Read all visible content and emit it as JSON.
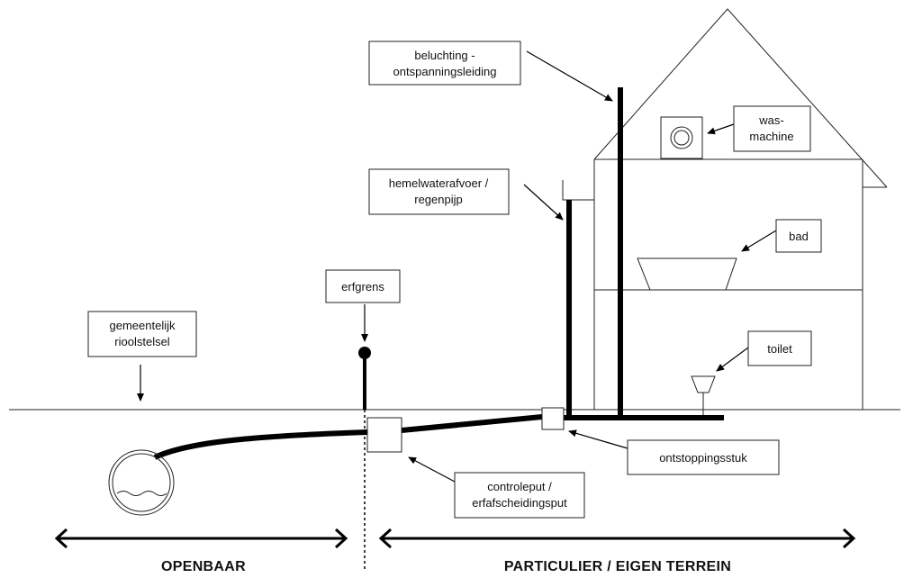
{
  "colors": {
    "line": "#000000",
    "box_border": "#222222",
    "background": "#ffffff"
  },
  "labels": {
    "beluchting_line1": "beluchting -",
    "beluchting_line2": "ontspanningsleiding",
    "wasmachine_line1": "was-",
    "wasmachine_line2": "machine",
    "hemelwater_line1": "hemelwaterafvoer /",
    "hemelwater_line2": "regenpijp",
    "bad": "bad",
    "erfgrens": "erfgrens",
    "gemeentelijk_line1": "gemeentelijk",
    "gemeentelijk_line2": "rioolstelsel",
    "toilet": "toilet",
    "ontstoppingsstuk": "ontstoppingsstuk",
    "controleput_line1": "controleput /",
    "controleput_line2": "erfafscheidingsput"
  },
  "zones": {
    "public": "OPENBAAR",
    "private": "PARTICULIER / EIGEN TERREIN"
  }
}
